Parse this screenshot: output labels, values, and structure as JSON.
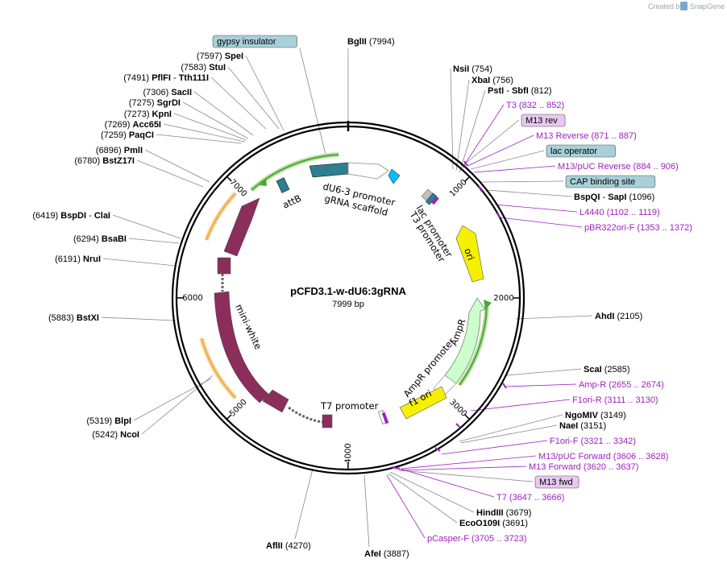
{
  "credit": {
    "text": "Created by",
    "brand": "SnapGene"
  },
  "map": {
    "name": "pCFD3.1-w-dU6:3gRNA",
    "length_label": "7999 bp",
    "total_bp": 7999
  },
  "ticks": [
    {
      "bp": 1000,
      "label": "1000"
    },
    {
      "bp": 2000,
      "label": "2000"
    },
    {
      "bp": 3000,
      "label": "3000"
    },
    {
      "bp": 4000,
      "label": "4000"
    },
    {
      "bp": 5000,
      "label": "5000"
    },
    {
      "bp": 6000,
      "label": "6000"
    },
    {
      "bp": 7000,
      "label": "7000"
    }
  ],
  "feature_labels": {
    "du6": "dU6-3 promoter",
    "grna": "gRNA scaffold",
    "attb": "attB",
    "lac_promoter": "lac promoter",
    "t3_promoter": "T3 promoter",
    "ori": "ori",
    "ampr": "AmpR",
    "ampr_promoter": "AmpR promoter",
    "f1ori": "f1 ori",
    "t7_promoter": "T7 promoter",
    "mini_white": "mini-white"
  },
  "right_labels": [
    {
      "type": "enzyme",
      "name": "NsiI",
      "pos": "(754)"
    },
    {
      "type": "enzyme",
      "name": "XbaI",
      "pos": "(756)"
    },
    {
      "type": "enzyme",
      "name": "PstI",
      "name2": "SbfI",
      "pos": "(812)"
    },
    {
      "type": "primer",
      "name": "T3",
      "pos": "(832 .. 852)"
    },
    {
      "type": "boxp",
      "name": "M13 rev"
    },
    {
      "type": "primer",
      "name": "M13 Reverse",
      "pos": "(871 .. 887)"
    },
    {
      "type": "boxb",
      "name": "lac operator"
    },
    {
      "type": "primer",
      "name": "M13/pUC Reverse",
      "pos": "(884 .. 906)"
    },
    {
      "type": "boxb",
      "name": "CAP binding site"
    },
    {
      "type": "enzyme",
      "name": "BspQI",
      "name2": "SapI",
      "pos": "(1096)"
    },
    {
      "type": "primer",
      "name": "L4440",
      "pos": "(1102 .. 1119)"
    },
    {
      "type": "primer",
      "name": "pBR322ori-F",
      "pos": "(1353 .. 1372)"
    },
    {
      "type": "enzyme",
      "name": "AhdI",
      "pos": "(2105)"
    },
    {
      "type": "enzyme",
      "name": "ScaI",
      "pos": "(2585)"
    },
    {
      "type": "primer",
      "name": "Amp-R",
      "pos": "(2655 .. 2674)"
    },
    {
      "type": "primer",
      "name": "F1ori-R",
      "pos": "(3111 .. 3130)"
    },
    {
      "type": "enzyme",
      "name": "NgoMIV",
      "pos": "(3149)"
    },
    {
      "type": "enzyme",
      "name": "NaeI",
      "pos": "(3151)"
    },
    {
      "type": "primer",
      "name": "F1ori-F",
      "pos": "(3321 .. 3342)"
    },
    {
      "type": "primer",
      "name": "M13/pUC Forward",
      "pos": "(3606 .. 3628)"
    },
    {
      "type": "primer",
      "name": "M13 Forward",
      "pos": "(3620 .. 3637)"
    },
    {
      "type": "boxp",
      "name": "M13 fwd"
    },
    {
      "type": "primer",
      "name": "T7",
      "pos": "(3647 .. 3666)"
    },
    {
      "type": "enzyme",
      "name": "HindIII",
      "pos": "(3679)"
    },
    {
      "type": "enzyme",
      "name": "EcoO109I",
      "pos": "(3691)"
    },
    {
      "type": "primer",
      "name": "pCasper-F",
      "pos": "(3705 .. 3723)"
    }
  ],
  "bottom_labels": [
    {
      "name": "AfeI",
      "pos": "(3887)"
    },
    {
      "name": "AflII",
      "pos": "(4270)"
    }
  ],
  "left_labels": [
    {
      "name": "BlpI",
      "pos": "(5319)"
    },
    {
      "name": "NcoI",
      "pos": "(5242)"
    },
    {
      "name": "BstXI",
      "pos": "(5883)"
    },
    {
      "name": "NruI",
      "pos": "(6191)"
    },
    {
      "name": "BsaBI",
      "pos": "(6294)"
    },
    {
      "name": "BspDI",
      "name2": "ClaI",
      "pos": "(6419)"
    },
    {
      "name": "BstZ17I",
      "pos": "(6780)"
    },
    {
      "name": "PmlI",
      "pos": "(6896)"
    },
    {
      "name": "PaqCI",
      "pos": "(7259)"
    },
    {
      "name": "Acc65I",
      "pos": "(7269)"
    },
    {
      "name": "KpnI",
      "pos": "(7273)"
    },
    {
      "name": "SgrDI",
      "pos": "(7275)"
    },
    {
      "name": "SacII",
      "pos": "(7306)"
    },
    {
      "name": "PflFI",
      "name2": "Tth111I",
      "pos": "(7491)"
    },
    {
      "name": "StuI",
      "pos": "(7583)"
    },
    {
      "name": "SpeI",
      "pos": "(7597)"
    }
  ],
  "top_labels": [
    {
      "type": "boxb",
      "name": "gypsy insulator"
    },
    {
      "type": "enzyme",
      "name": "BglII",
      "pos": "(7994)"
    }
  ],
  "colors": {
    "enzyme_text": "#000000",
    "primer_text": "#a020c0",
    "box_blue": "#a8d0d8",
    "box_purple": "#e8c8f0",
    "mini_white": "#8b2e5c",
    "ori": "#f5f000",
    "ampr": "#ccffcc",
    "du6": "#2e7f8f",
    "grna": "#00bfff",
    "orange_arc": "#f0a840",
    "green_arc": "#44aa33",
    "line_gray": "#888888"
  }
}
